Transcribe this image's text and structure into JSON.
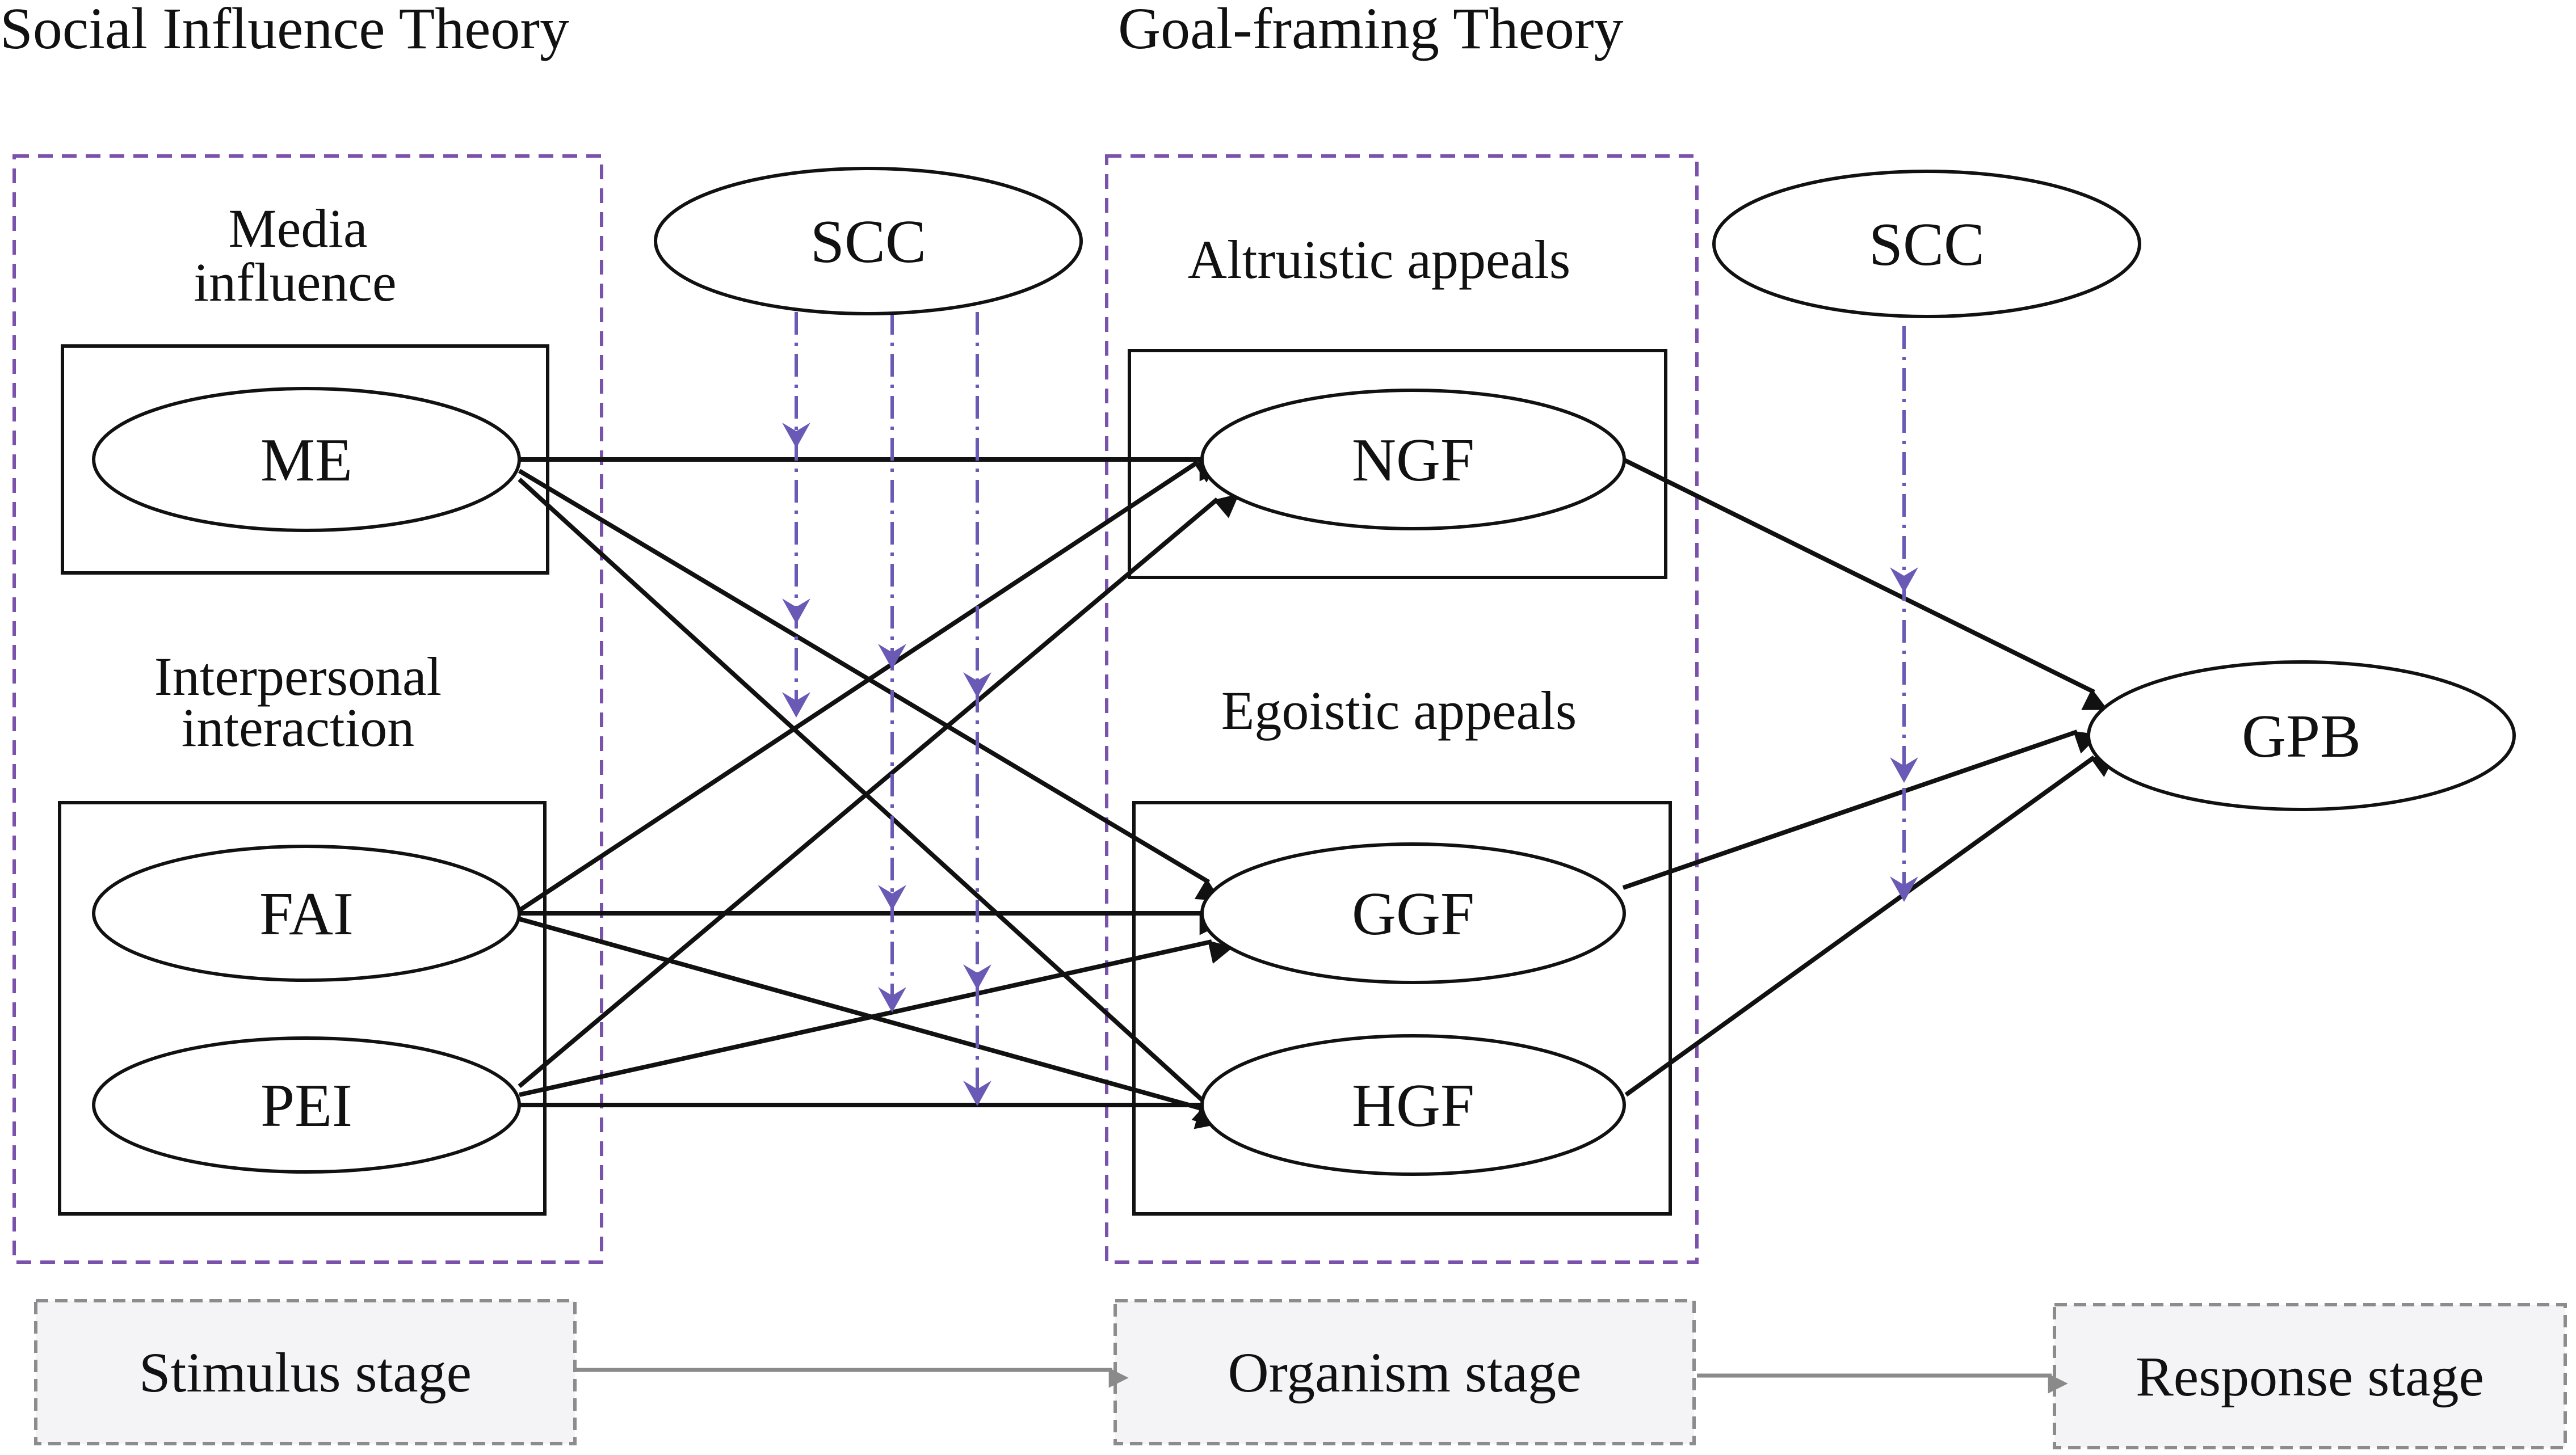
{
  "theories": {
    "social_influence": "Social Influence Theory",
    "goal_framing": "Goal-framing Theory"
  },
  "groups": {
    "media_influence": [
      "Media",
      "influence"
    ],
    "interpersonal_interaction": [
      "Interpersonal",
      "interaction"
    ],
    "altruistic_appeals": "Altruistic appeals",
    "egoistic_appeals": "Egoistic appeals"
  },
  "nodes": {
    "me": "ME",
    "fai": "FAI",
    "pei": "PEI",
    "ngf": "NGF",
    "ggf": "GGF",
    "hgf": "HGF",
    "gpb": "GPB",
    "scc_1": "SCC",
    "scc_2": "SCC"
  },
  "stages": {
    "stimulus": "Stimulus stage",
    "organism": "Organism stage",
    "response": "Response stage"
  },
  "colors": {
    "ink": "#111111",
    "moderator": "#6a5ab5",
    "group_border": "#7b52ab",
    "stage_border": "#8c8c8c",
    "stage_fill": "#f4f4f6",
    "stage_arrow": "#8a8a8a"
  }
}
